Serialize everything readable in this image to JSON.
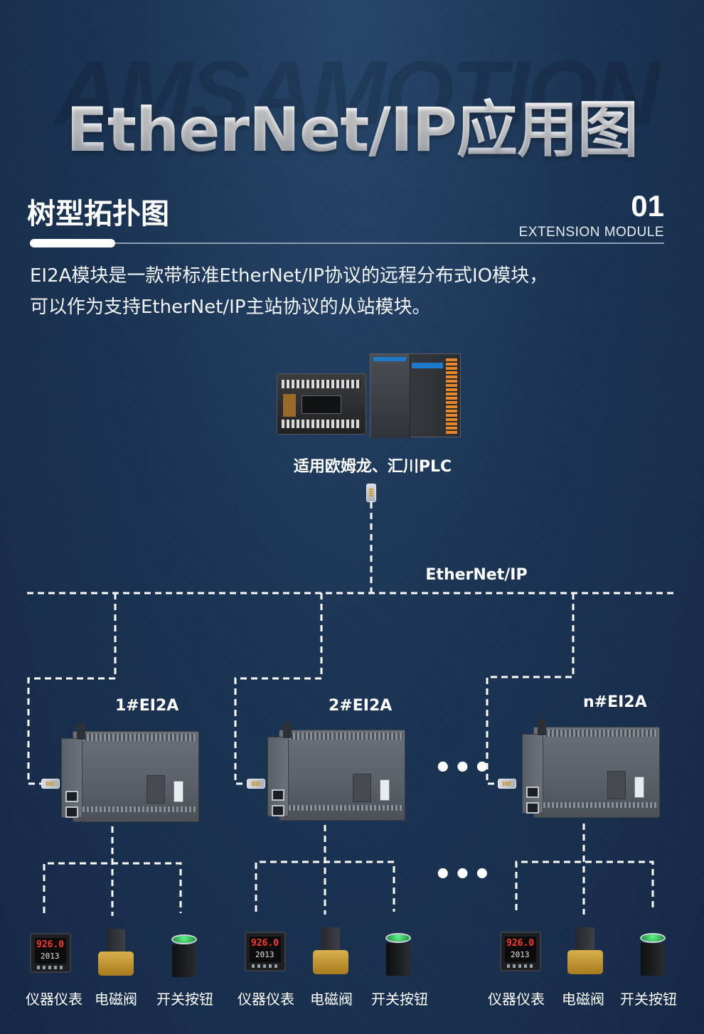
{
  "page": {
    "watermark": "AMSAMOTION",
    "hero_title": "EtherNet/IP应用图"
  },
  "section": {
    "title": "树型拓扑图",
    "number": "01",
    "subtitle": "EXTENSION MODULE"
  },
  "description": {
    "line1": "EI2A模块是一款带标准EtherNet/IP协议的远程分布式IO模块，",
    "line2": "可以作为支持EtherNet/IP主站协议的从站模块。"
  },
  "diagram": {
    "plc_label": "适用欧姆龙、汇川PLC",
    "network_label": "EtherNet/IP",
    "ellipsis": "•••",
    "meter_reading_top": "926.0",
    "meter_reading_bottom": "2013",
    "nodes": [
      {
        "label": "1#EI2A",
        "devices": [
          "仪器仪表",
          "电磁阀",
          "开关按钮"
        ]
      },
      {
        "label": "2#EI2A",
        "devices": [
          "仪器仪表",
          "电磁阀",
          "开关按钮"
        ]
      },
      {
        "label": "n#EI2A",
        "devices": [
          "仪器仪表",
          "电磁阀",
          "开关按钮"
        ]
      }
    ]
  },
  "colors": {
    "background": "#1b3454",
    "line": "#ffffff",
    "meter_display": "#ff3a2a",
    "button_cap": "#2fbf5a",
    "valve_brass": "#c9a13b"
  }
}
